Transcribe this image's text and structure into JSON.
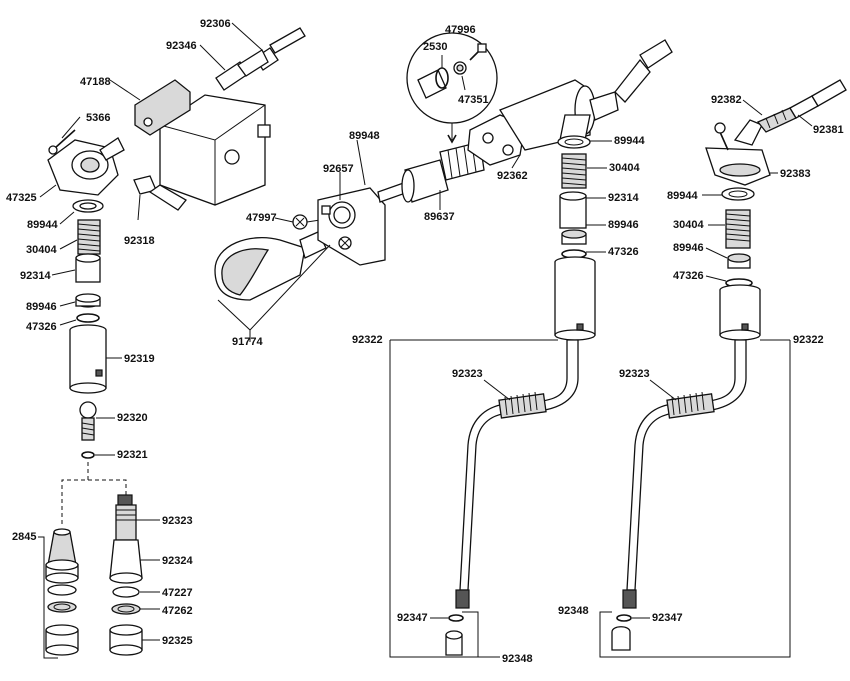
{
  "labels": {
    "l92306": "92306",
    "l92346": "92346",
    "l47188": "47188",
    "l5366": "5366",
    "l47325": "47325",
    "l89944a": "89944",
    "l30404a": "30404",
    "l92318": "92318",
    "l92314a": "92314",
    "l89946a": "89946",
    "l47326a": "47326",
    "l92319": "92319",
    "l92320": "92320",
    "l92321": "92321",
    "l2845": "2845",
    "l92323c": "92323",
    "l92324": "92324",
    "l47227": "47227",
    "l47262": "47262",
    "l92325": "92325",
    "l89948": "89948",
    "l92657": "92657",
    "l47997": "47997",
    "l91774": "91774",
    "l47996": "47996",
    "l2530": "2530",
    "l47351": "47351",
    "l89637": "89637",
    "l92362": "92362",
    "l89944b": "89944",
    "l30404b": "30404",
    "l92314b": "92314",
    "l89946b": "89946",
    "l47326b": "47326",
    "l92322a": "92322",
    "l92323a": "92323",
    "l92347a": "92347",
    "l92348a": "92348",
    "l92382": "92382",
    "l92381": "92381",
    "l92383": "92383",
    "l89944c": "89944",
    "l30404c": "30404",
    "l89946c": "89946",
    "l47326c": "47326",
    "l92322b": "92322",
    "l92323b": "92323",
    "l92348b": "92348",
    "l92347b": "92347"
  }
}
